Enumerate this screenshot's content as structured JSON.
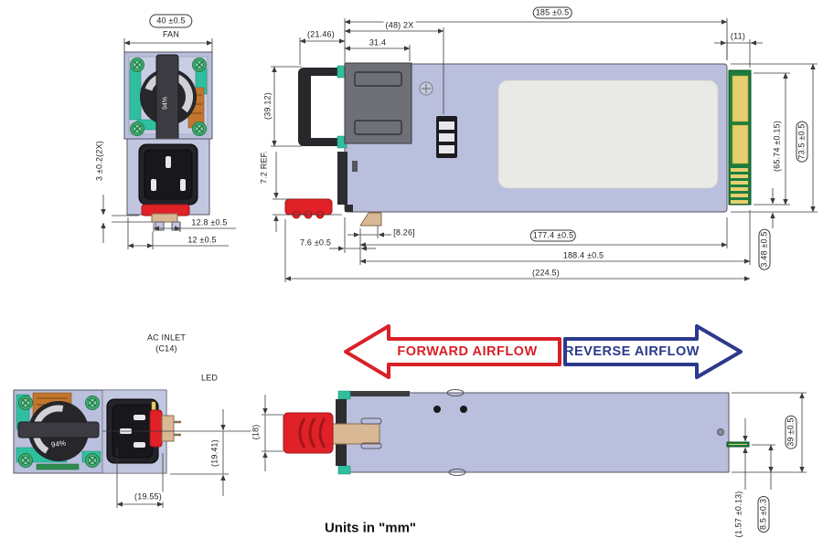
{
  "drawing": {
    "units_note": "Units in \"mm\"",
    "colors": {
      "body": "#b9bfdc",
      "panel": "#e9e9e6",
      "red": "#e02228",
      "blue": "#2b3a8c",
      "teal": "#2fbf9f",
      "screw_green": "#46ab74",
      "pcb_green": "#1c7d3e",
      "pcb_gold": "#e6cf6e",
      "tan": "#d9b896",
      "copper": "#c2762e",
      "dim_line": "#3a3a3a"
    }
  },
  "fan_view": {
    "width_label": "40 ±0.5",
    "name_label": "FAN",
    "fan_percent": "94%",
    "latch_height_label": "3 ±0.2(2X)",
    "pin_width_label": "12.8 ±0.5",
    "base_width_label": "12 ±0.5"
  },
  "top_view": {
    "handle_offset_label": "(21.46)",
    "mid_label": "(48) 2X",
    "inlet_len_label": "31.4",
    "body_len_label": "185 ±0.5",
    "card_len_label": "(11)",
    "handle_h_label": "(39.12)",
    "ref_label": "7.2 REF.",
    "latch_label": "7.6 ±0.5",
    "wedge_label": "[8.26]",
    "len_177_label": "177.4 ±0.5",
    "len_188_label": "188.4 ±0.5",
    "len_total_label": "(224.5)",
    "pcb_h_label": "(65.74 ±0.15)",
    "body_h_label": "73.5 ±0.5",
    "pcb_off_label": "3.48 ±0.5"
  },
  "ac_view": {
    "ac_inlet_line1": "AC INLET",
    "ac_inlet_line2": "(C14)",
    "led_label": "LED",
    "fan_percent": "94%",
    "v_label": "(19.41)",
    "h_label": "(19.55)"
  },
  "side_view": {
    "forward_arrow": "FORWARD AIRFLOW",
    "reverse_arrow": "REVERSE AIRFLOW",
    "handle_h_label": "(18)",
    "body_h_label": "39 ±0.5",
    "tab_t_label": "(1.57 ±0.13)",
    "tab_off_label": "8.5 ±0.3"
  }
}
